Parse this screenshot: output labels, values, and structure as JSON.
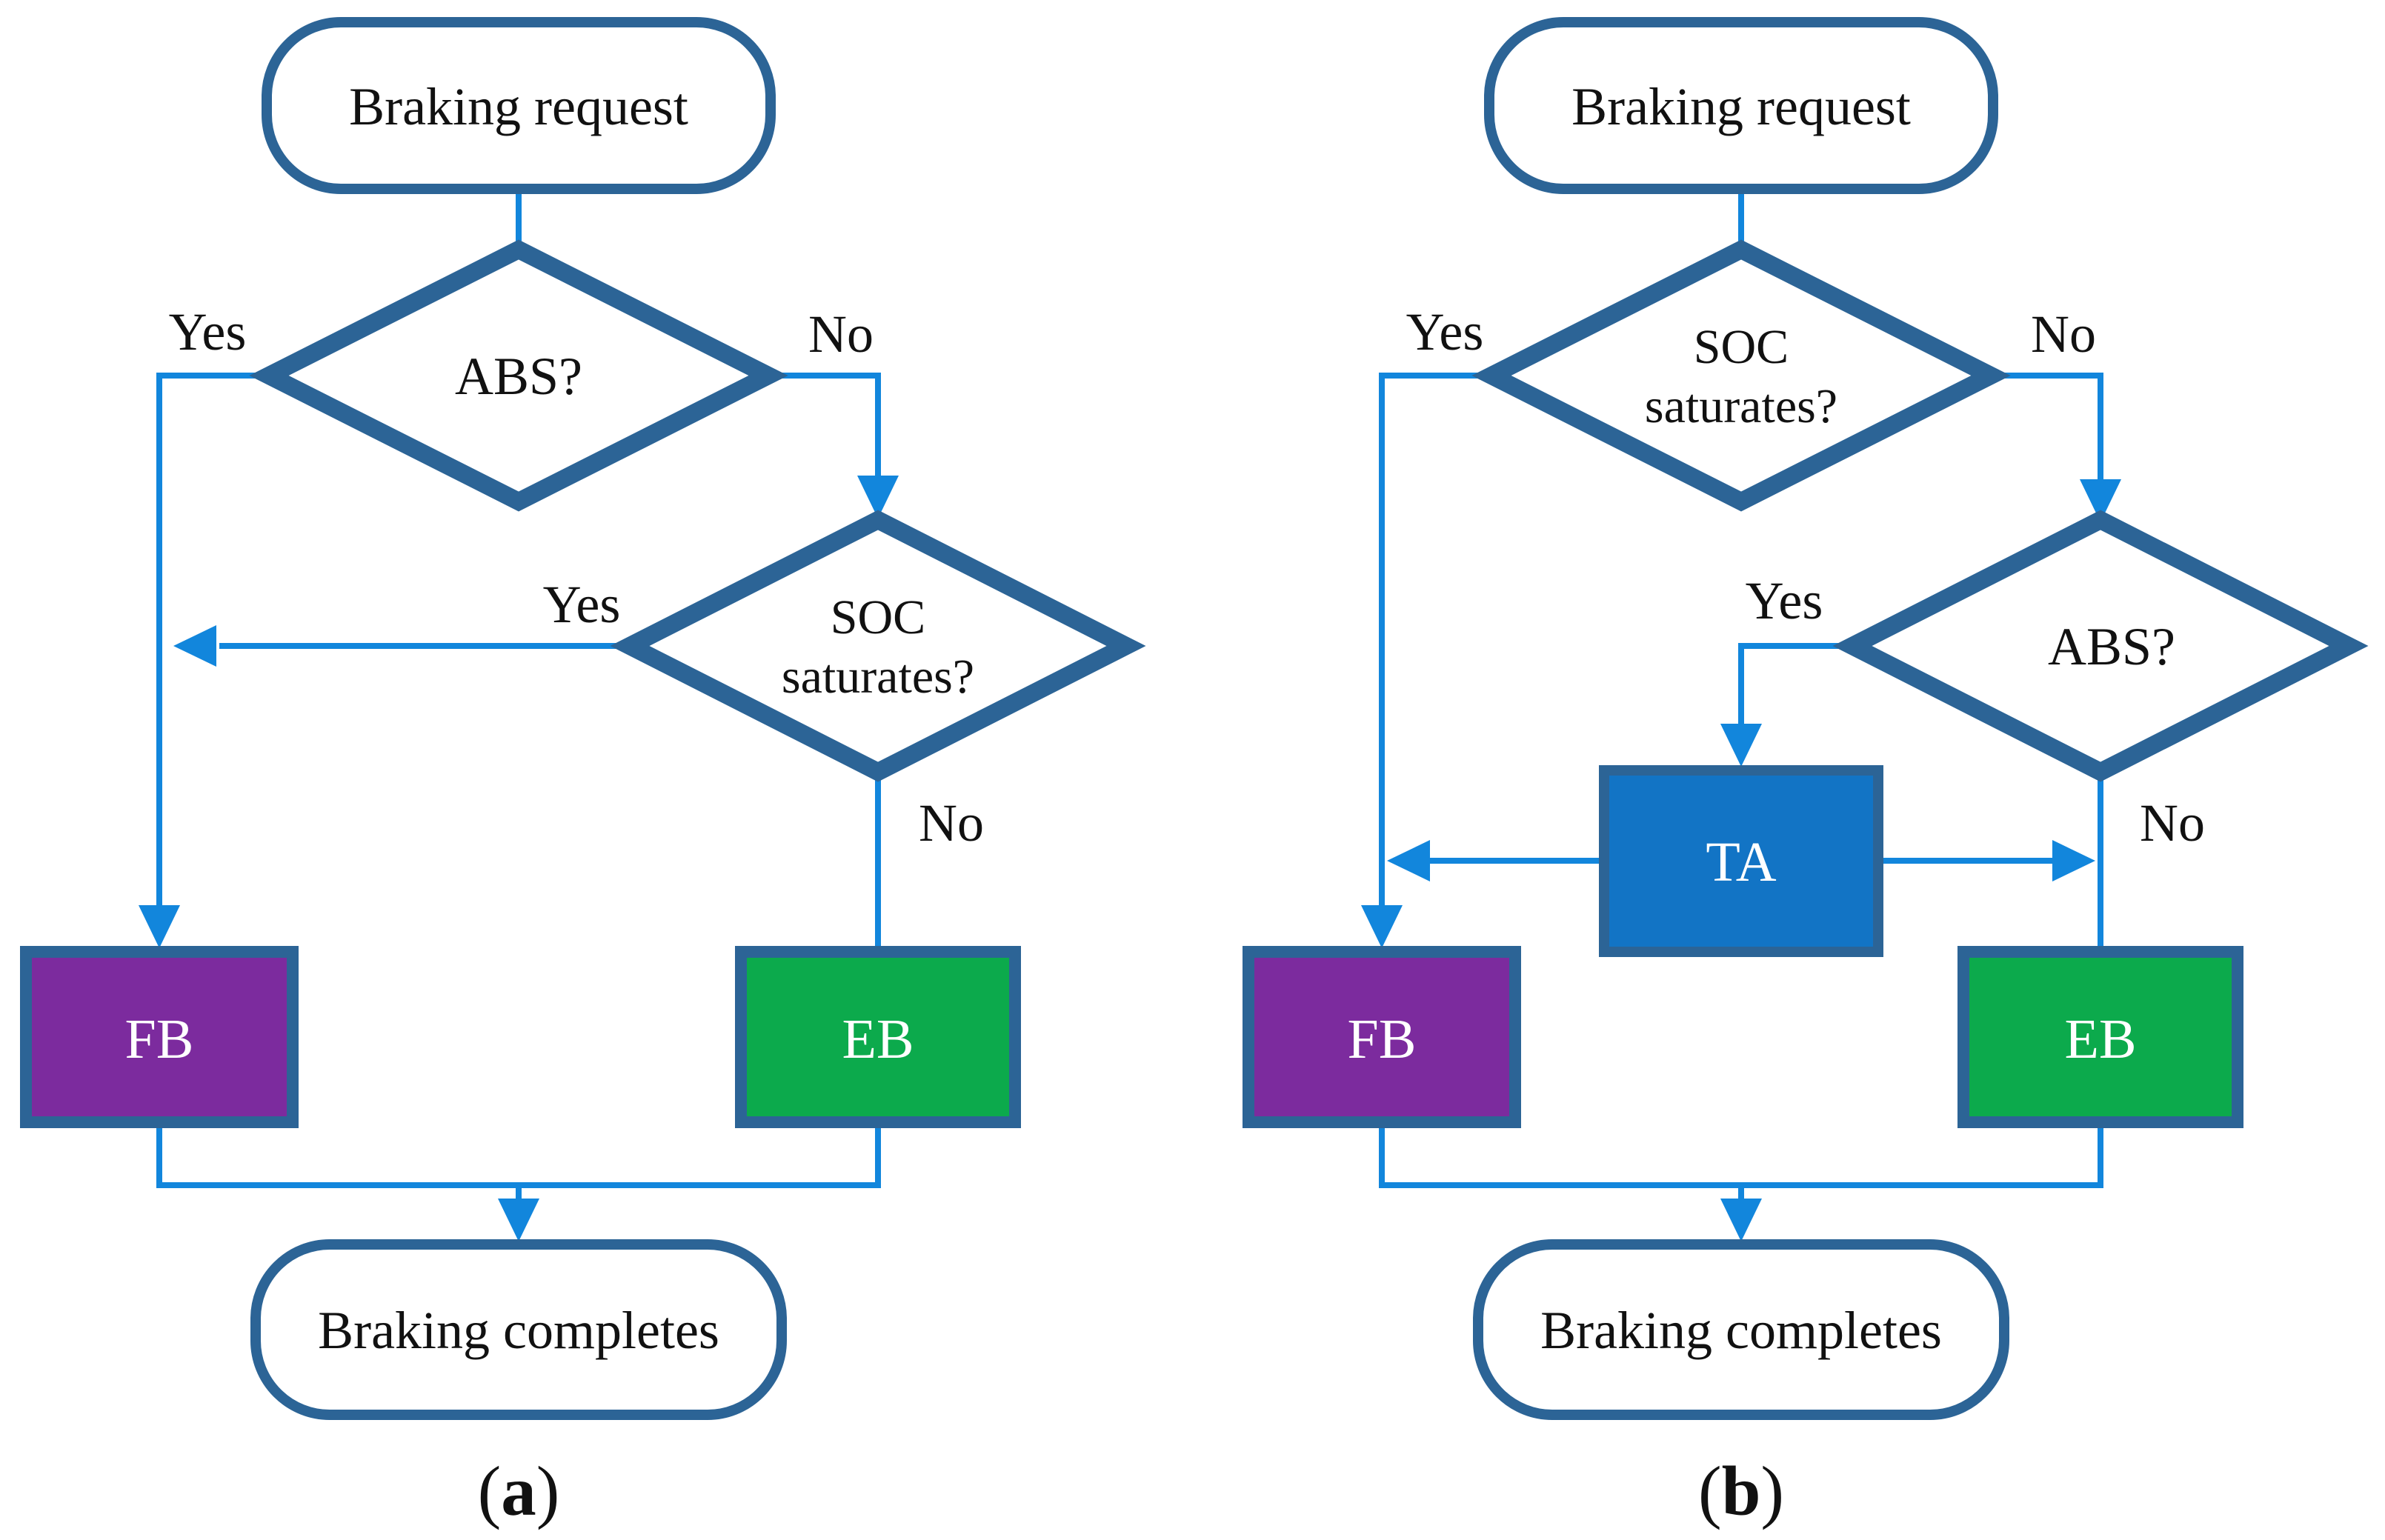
{
  "charts": {
    "a": {
      "start": "Braking request",
      "decision_abs": "ABS?",
      "decision_soc_line1": "SOC",
      "decision_soc_line2": "saturates?",
      "abs_yes": "Yes",
      "abs_no": "No",
      "soc_yes": "Yes",
      "soc_no": "No",
      "fb": "FB",
      "eb": "EB",
      "end": "Braking completes",
      "caption": {
        "open": "(",
        "letter": "a",
        "close": ")"
      }
    },
    "b": {
      "start": "Braking request",
      "decision_soc_line1": "SOC",
      "decision_soc_line2": "saturates?",
      "decision_abs": "ABS?",
      "soc_yes": "Yes",
      "soc_no": "No",
      "abs_yes": "Yes",
      "abs_no": "No",
      "ta": "TA",
      "fb": "FB",
      "eb": "EB",
      "end": "Braking completes",
      "caption": {
        "open": "(",
        "letter": "b",
        "close": ")"
      }
    }
  },
  "colors": {
    "connector": "#1286dc",
    "shape_border": "#2c6496",
    "fb_fill": "#7c2b9e",
    "eb_fill": "#0caa4c",
    "ta_fill": "#1274c5",
    "label_text": "#111111",
    "process_text": "#ffffff",
    "background": "#ffffff"
  }
}
